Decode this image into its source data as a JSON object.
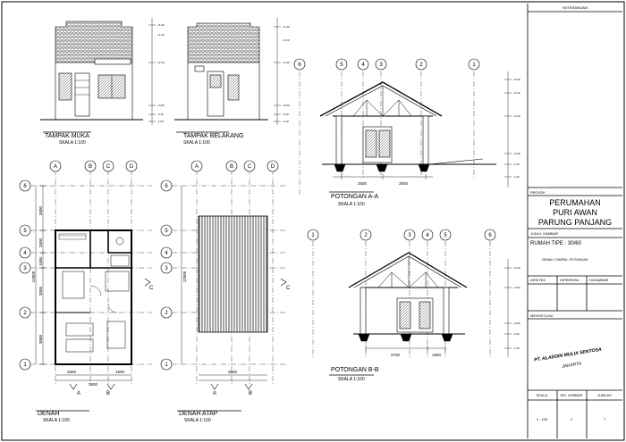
{
  "views": {
    "tampak_muka": {
      "title": "TAMPAK MUKA",
      "scale": "SKALA 1:100"
    },
    "tampak_belakang": {
      "title": "TAMPAK BELAKANG",
      "scale": "SKALA 1:100"
    },
    "potongan_aa": {
      "title": "POTONGAN A-A",
      "scale": "SKALA 1:100",
      "dims": [
        "2500",
        "3000"
      ]
    },
    "potongan_bb": {
      "title": "POTONGAN B-B",
      "scale": "SKALA 1:100",
      "dims": [
        "2700",
        "1800"
      ]
    },
    "denah": {
      "title": "DENAH",
      "scale": "SKALA 1:100",
      "dims_bottom": [
        "2500",
        "1500",
        "3600"
      ],
      "dims_left": [
        "3000",
        "2500",
        "1500",
        "3000",
        "3000",
        "12000"
      ]
    },
    "denah_atap": {
      "title": "DENAH ATAP",
      "scale": "SKALA 1:100",
      "dims_bottom": [
        "3600"
      ],
      "dims_left": [
        "12000"
      ]
    }
  },
  "grid": {
    "letters": [
      "A",
      "B",
      "C",
      "D"
    ],
    "numbers": [
      "1",
      "2",
      "3",
      "4",
      "5",
      "6"
    ]
  },
  "section_marks": {
    "a": "A",
    "b": "B",
    "c": "C"
  },
  "title_block": {
    "keterangan": "KETERANGAN",
    "proyek_label": "PROYEK",
    "proyek_lines": [
      "PERUMAHAN",
      "PURI AWAN",
      "PARUNG PANJANG"
    ],
    "judul_label": "JUDUL GAMBAR",
    "rumah_tipe": "RUMAH TIPE : 30/60",
    "judul_desc": "DENAH, TAMPAK, POTONGAN",
    "col_arsitek": "ARSITEK",
    "col_diperiksa": "DIPERIKSA",
    "col_digambar": "DIGAMBAR",
    "menyetujui": "MENYETUJUI",
    "company": "PT. ALADDIN MULIA SENTOSA",
    "city": "JAKARTA",
    "footer_headers": [
      "SKALA",
      "NO. LEMBAR",
      "JUMLAH"
    ],
    "footer_values": [
      "1 : 100",
      "1",
      "7"
    ]
  }
}
